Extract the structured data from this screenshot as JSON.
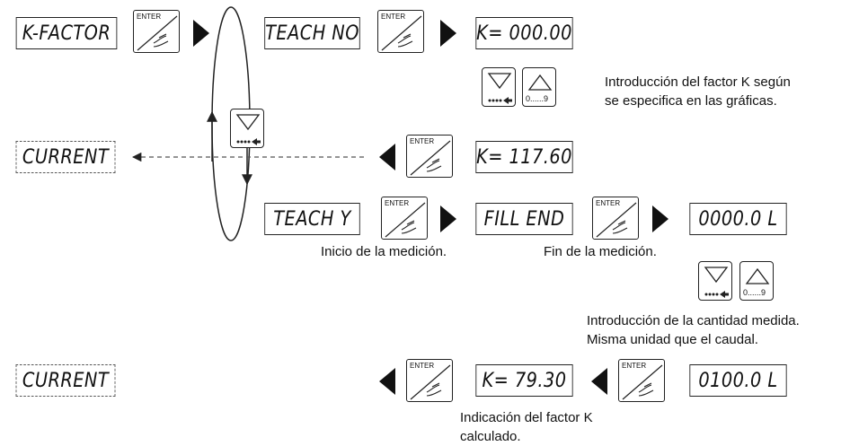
{
  "displays": {
    "kfactor": "K-FACTOR",
    "teach_no": "TEACH NO",
    "k_zero": "K= 000.00",
    "k_117": "K= 117.60",
    "current_top": "CURRENT",
    "teach_y": "TEACH Y",
    "fill_end": "FILL END",
    "vol_zero": "0000.0 L",
    "current_bottom": "CURRENT",
    "k_79": "K= 79.30",
    "vol_100": "0100.0 L"
  },
  "enter_label": "ENTER",
  "digit_range": "0......9",
  "captions": {
    "k_intro_line1": "Introducción del factor K según",
    "k_intro_line2": "se especifica en las gráficas.",
    "start": "Inicio de la medición.",
    "end": "Fin de la medición.",
    "qty_line1": "Introducción de la cantidad medida.",
    "qty_line2": "Misma unidad que el caudal.",
    "calc_line1": "Indicación del factor K",
    "calc_line2": "calculado."
  },
  "colors": {
    "line": "#222222",
    "dashed": "#555555"
  }
}
